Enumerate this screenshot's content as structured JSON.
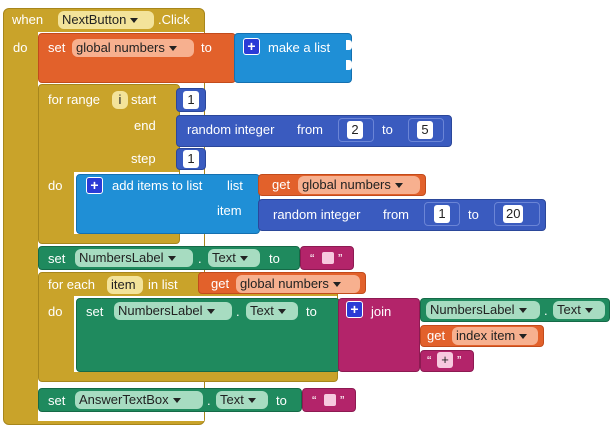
{
  "event": {
    "when_label": "when",
    "component": "NextButton",
    "event_name": ".Click",
    "do_label": "do"
  },
  "set_numbers": {
    "set_label": "set",
    "variable": "global numbers",
    "to_label": "to",
    "make_list_label": "make a list"
  },
  "for_range": {
    "label": "for range",
    "var": "i",
    "start_label": "start",
    "start_value": "1",
    "end_label": "end",
    "random_label": "random integer",
    "from_label": "from",
    "from_value": "2",
    "to_label": "to",
    "to_value": "5",
    "step_label": "step",
    "step_value": "1",
    "do_label": "do"
  },
  "add_items": {
    "label": "add items to list",
    "list_label": "list",
    "get_label": "get",
    "list_var": "global numbers",
    "item_label": "item",
    "random_label": "random integer",
    "from_label": "from",
    "from_value": "1",
    "to_label": "to",
    "to_value": "20"
  },
  "set_label_text": {
    "set_label": "set",
    "component": "NumbersLabel",
    "dot": ".",
    "property": "Text",
    "to_label": "to",
    "quote_open": "“",
    "quote_close": "”"
  },
  "for_each": {
    "label": "for each",
    "var": "item",
    "in_list_label": "in list",
    "get_label": "get",
    "list_var": "global numbers",
    "do_label": "do"
  },
  "inner_set": {
    "set_label": "set",
    "component": "NumbersLabel",
    "dot": ".",
    "property": "Text",
    "to_label": "to",
    "join_label": "join",
    "join_component": "NumbersLabel",
    "join_dot": ".",
    "join_property": "Text",
    "get_label": "get",
    "get_var": "index item",
    "quote_open": "“",
    "plus_text": "+",
    "quote_close": "”"
  },
  "set_answer": {
    "set_label": "set",
    "component": "AnswerTextBox",
    "dot": ".",
    "property": "Text",
    "to_label": "to",
    "quote_open": "“",
    "quote_close": "”"
  },
  "colors": {
    "event": "#c9a32a",
    "variable": "#e2612b",
    "control": "#c9a32a",
    "math": "#3a5bbf",
    "list": "#1f8fd6",
    "component": "#1f8a5e",
    "text": "#b3246a"
  }
}
